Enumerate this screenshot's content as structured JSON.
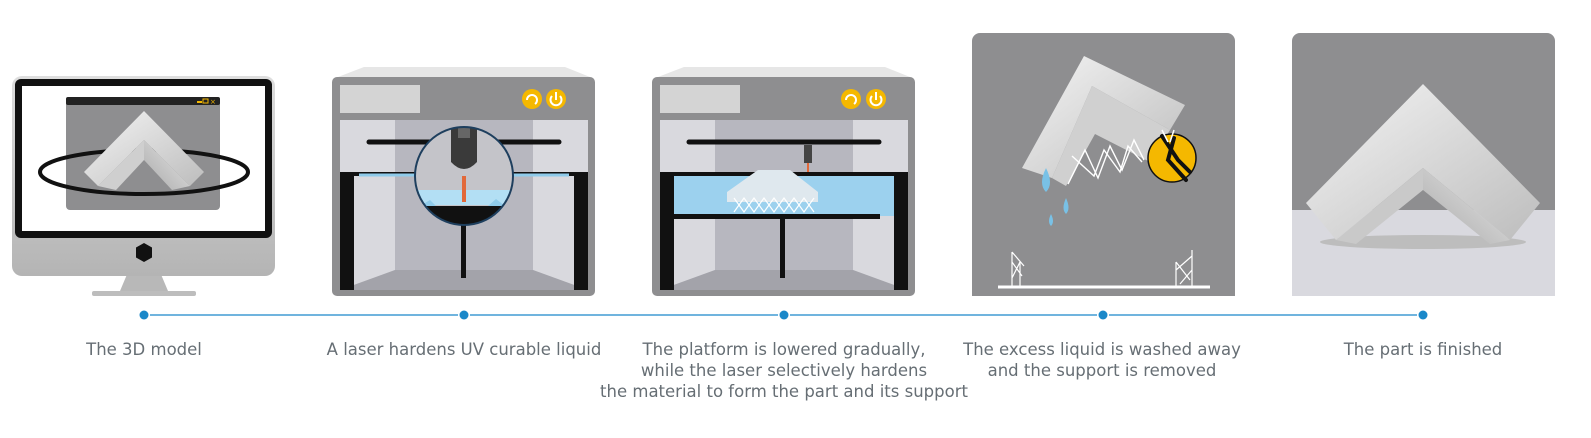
{
  "colors": {
    "timeline": "#1a88c9",
    "accent": "#f5b800",
    "dark": "#111111",
    "machine": "#8e8e90",
    "liquid": "#8fcbea",
    "label": "#666e74"
  },
  "steps": [
    {
      "icon": "computer-monitor-icon",
      "lines": [
        "The 3D model"
      ]
    },
    {
      "icon": "laser-printer-icon",
      "lines": [
        "A laser hardens UV curable liquid"
      ]
    },
    {
      "icon": "printer-building-part-icon",
      "lines": [
        "The platform is lowered gradually,",
        "while the laser selectively hardens",
        "the material to form the part and its support"
      ]
    },
    {
      "icon": "washing-part-icon",
      "lines": [
        "The excess liquid is washed away",
        "and the support is removed"
      ]
    },
    {
      "icon": "finished-part-icon",
      "lines": [
        "The part is finished"
      ]
    }
  ]
}
